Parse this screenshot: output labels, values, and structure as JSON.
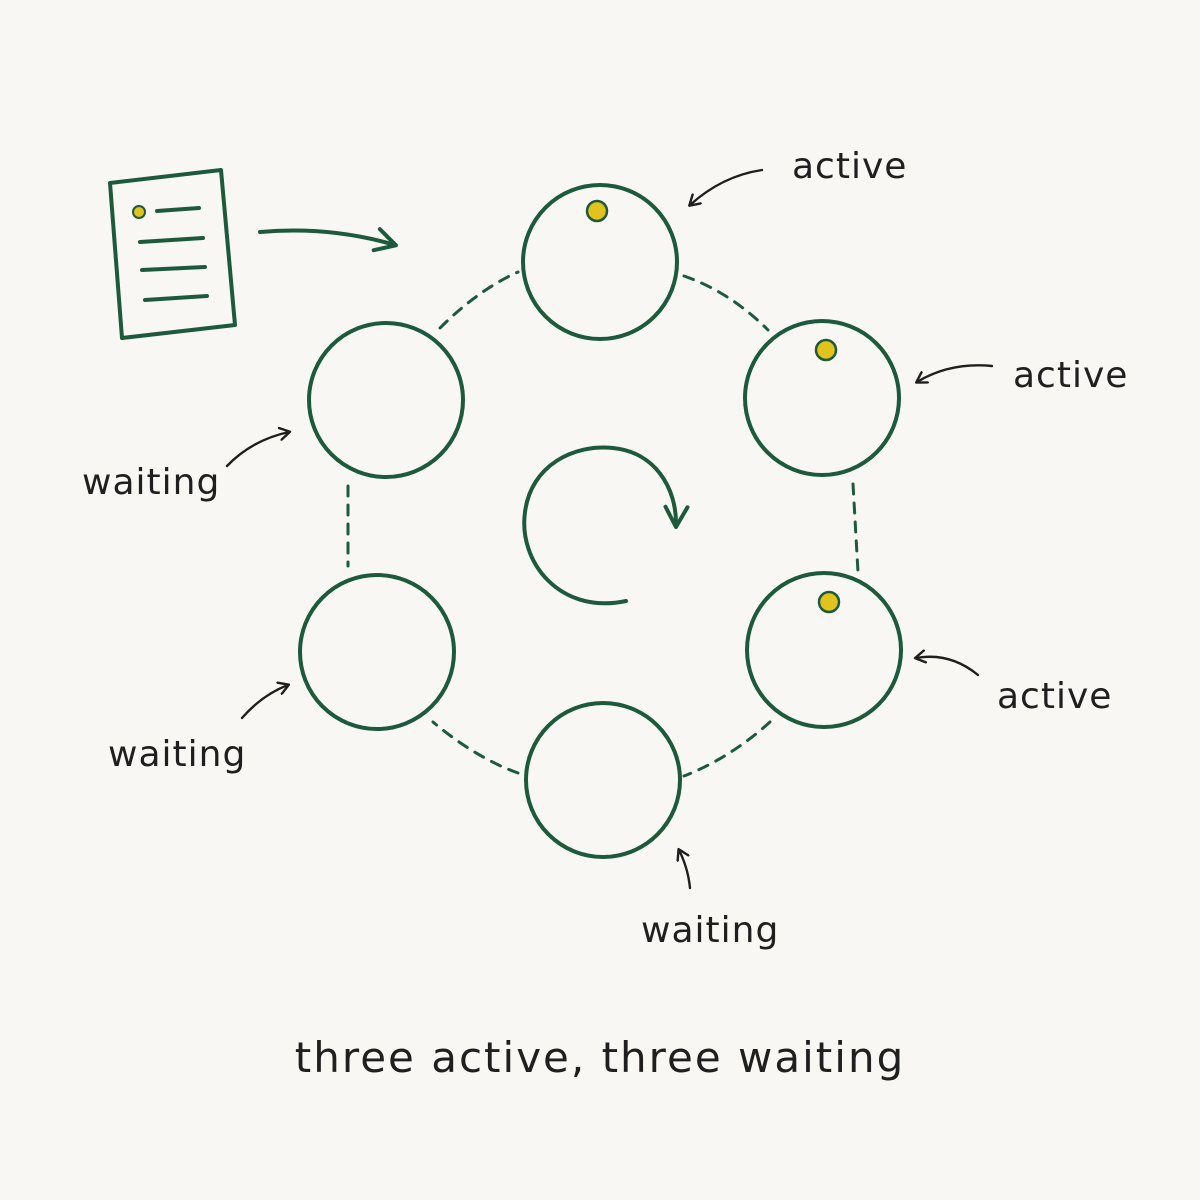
{
  "colors": {
    "background": "#f8f7f3",
    "stroke": "#1d5a3c",
    "dot": "#e2c21c",
    "ink": "#1f1f1f"
  },
  "nodes": [
    {
      "name": "top",
      "state": "active",
      "label": "active"
    },
    {
      "name": "upper-right",
      "state": "active",
      "label": "active"
    },
    {
      "name": "lower-right",
      "state": "active",
      "label": "active"
    },
    {
      "name": "bottom",
      "state": "waiting",
      "label": "waiting"
    },
    {
      "name": "lower-left",
      "state": "waiting",
      "label": "waiting"
    },
    {
      "name": "upper-left",
      "state": "waiting",
      "label": "waiting"
    }
  ],
  "icons": {
    "document": "document-icon",
    "rotation": "clockwise-rotation-icon"
  },
  "caption": "three active, three waiting"
}
